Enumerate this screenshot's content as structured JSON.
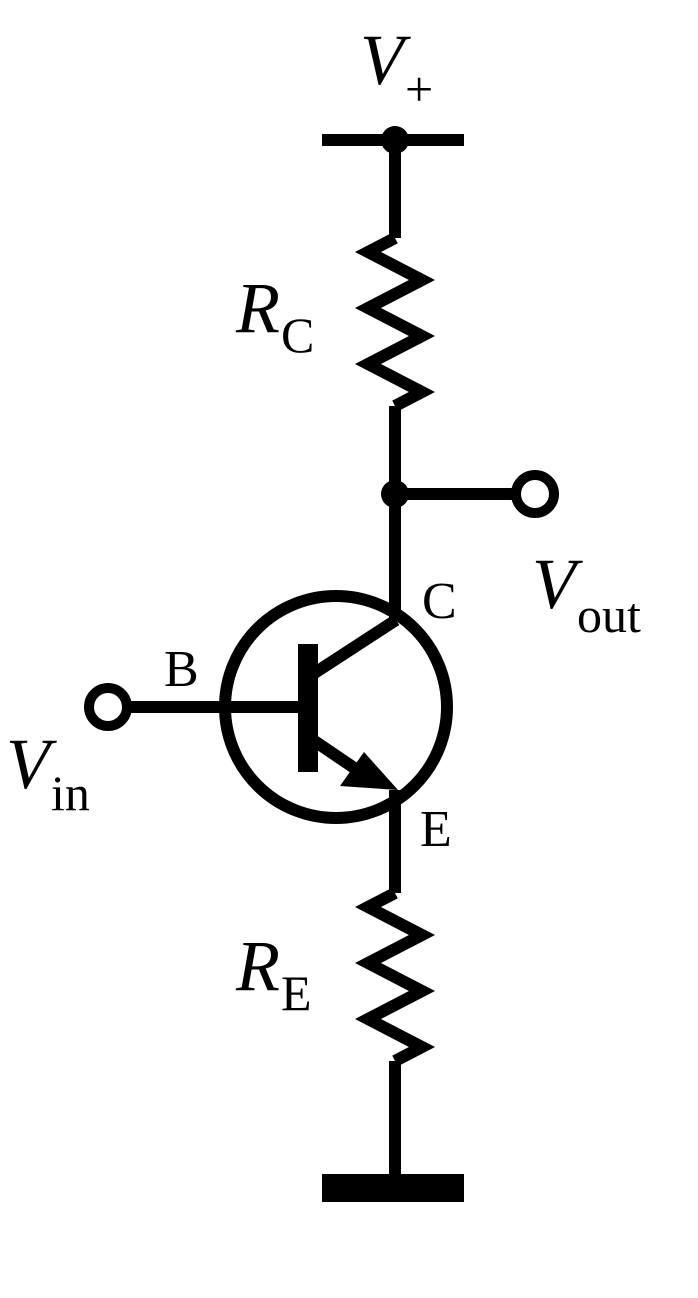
{
  "labels": {
    "supply": {
      "main": "V",
      "sub": "+"
    },
    "collector_resistor": {
      "main": "R",
      "sub": "C"
    },
    "output": {
      "main": "V",
      "sub": "out"
    },
    "input": {
      "main": "V",
      "sub": "in"
    },
    "emitter_resistor": {
      "main": "R",
      "sub": "E"
    },
    "collector_pin": "C",
    "base_pin": "B",
    "emitter_pin": "E"
  },
  "colors": {
    "stroke": "#000000",
    "background": "#ffffff"
  }
}
